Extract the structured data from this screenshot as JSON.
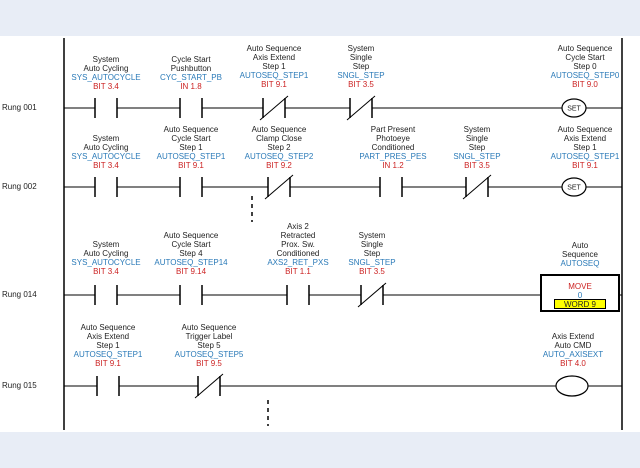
{
  "rungs": [
    {
      "label": "Rung 001",
      "elements": [
        {
          "desc": [
            "System",
            "Auto Cycling"
          ],
          "tag": "SYS_AUTOCYCLE",
          "addr": "BIT 3.4"
        },
        {
          "desc": [
            "Cycle Start",
            "Pushbutton"
          ],
          "tag": "CYC_START_PB",
          "addr": "IN 1.8"
        },
        {
          "desc": [
            "Auto Sequence",
            "Axis Extend",
            "Step 1"
          ],
          "tag": "AUTOSEQ_STEP1",
          "addr": "BIT 9.1"
        },
        {
          "desc": [
            "System",
            "Single",
            "Step"
          ],
          "tag": "SNGL_STEP",
          "addr": "BIT 3.5"
        },
        {
          "desc": [
            "Auto Sequence",
            "Cycle Start",
            "Step 0"
          ],
          "tag": "AUTOSEQ_STEP0",
          "addr": "BIT 9.0",
          "coil": "SET"
        }
      ]
    },
    {
      "label": "Rung 002",
      "elements": [
        {
          "desc": [
            "System",
            "Auto Cycling"
          ],
          "tag": "SYS_AUTOCYCLE",
          "addr": "BIT 3.4"
        },
        {
          "desc": [
            "Auto Sequence",
            "Cycle Start",
            "Step 1"
          ],
          "tag": "AUTOSEQ_STEP1",
          "addr": "BIT 9.1"
        },
        {
          "desc": [
            "Auto Sequence",
            "Clamp Close",
            "Step 2"
          ],
          "tag": "AUTOSEQ_STEP2",
          "addr": "BIT 9.2"
        },
        {
          "desc": [
            "Part Present",
            "Photoeye",
            "Conditioned"
          ],
          "tag": "PART_PRES_PES",
          "addr": "IN 1.2"
        },
        {
          "desc": [
            "System",
            "Single",
            "Step"
          ],
          "tag": "SNGL_STEP",
          "addr": "BIT 3.5"
        },
        {
          "desc": [
            "Auto Sequence",
            "Axis Extend",
            "Step 1"
          ],
          "tag": "AUTOSEQ_STEP1",
          "addr": "BIT 9.1",
          "coil": "SET"
        }
      ]
    },
    {
      "label": "Rung 014",
      "elements": [
        {
          "desc": [
            "System",
            "Auto Cycling"
          ],
          "tag": "SYS_AUTOCYCLE",
          "addr": "BIT 3.4"
        },
        {
          "desc": [
            "Auto Sequence",
            "Cycle Start",
            "Step 4"
          ],
          "tag": "AUTOSEQ_STEP14",
          "addr": "BIT 9.14"
        },
        {
          "desc": [
            "Axis 2",
            "Retracted",
            "Prox. Sw.",
            "Conditioned"
          ],
          "tag": "AXS2_RET_PXS",
          "addr": "BIT 1.1"
        },
        {
          "desc": [
            "System",
            "Single",
            "Step"
          ],
          "tag": "SNGL_STEP",
          "addr": "BIT 3.5"
        },
        {
          "desc": [
            "Auto",
            "Sequence"
          ],
          "tag": "AUTOSEQ",
          "addr": ""
        }
      ],
      "move": {
        "op": "MOVE",
        "value": "0",
        "dest": "WORD 9"
      }
    },
    {
      "label": "Rung 015",
      "elements": [
        {
          "desc": [
            "Auto Sequence",
            "Axis Extend",
            "Step 1"
          ],
          "tag": "AUTOSEQ_STEP1",
          "addr": "BIT 9.1"
        },
        {
          "desc": [
            "Auto Sequence",
            "Trigger Label",
            "Step 5"
          ],
          "tag": "AUTOSEQ_STEP5",
          "addr": "BIT 9.5"
        },
        {
          "desc": [
            "Axis Extend",
            "Auto CMD"
          ],
          "tag": "AUTO_AXISEXT",
          "addr": "BIT 4.0"
        }
      ]
    }
  ]
}
